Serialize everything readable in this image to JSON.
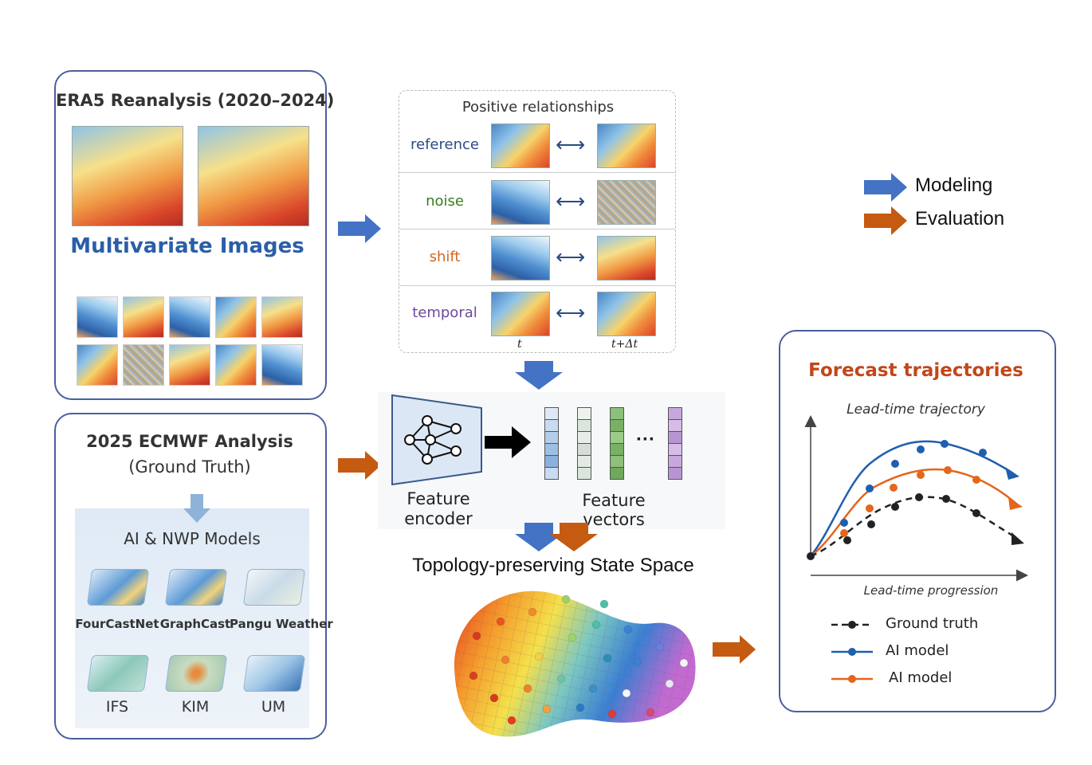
{
  "legend": {
    "modeling": "Modeling",
    "evaluation": "Evaluation",
    "modeling_color": "#4472c4",
    "evaluation_color": "#c55a11"
  },
  "era5": {
    "title": "ERA5 Reanalysis (2020–2024)",
    "subtitle": "Multivariate Images"
  },
  "ecmwf": {
    "title_line1": "2025 ECMWF Analysis",
    "title_line2": "(Ground Truth)",
    "models_header": "AI & NWP Models",
    "models": [
      "FourCastNet",
      "GraphCast",
      "Pangu Weather",
      "IFS",
      "KIM",
      "UM"
    ]
  },
  "positive": {
    "title": "Positive relationships",
    "rows": [
      {
        "label": "reference",
        "color": "#2b4c86"
      },
      {
        "label": "noise",
        "color": "#3d7a1e"
      },
      {
        "label": "shift",
        "color": "#d2691e"
      },
      {
        "label": "temporal",
        "color": "#6b4a9b"
      }
    ],
    "t_label": "t",
    "tdt_label": "t+Δt"
  },
  "encoder": {
    "line1": "Feature",
    "line2": "encoder"
  },
  "feature_vectors": {
    "label": "Feature vectors",
    "ellipsis": "···"
  },
  "state_space": {
    "title": "Topology-preserving State Space"
  },
  "forecast": {
    "title": "Forecast trajectories",
    "subtitle": "Lead-time trajectory",
    "xlabel": "Lead-time progression",
    "legend": [
      {
        "label": "Ground truth",
        "color": "#222222",
        "style": "dashed"
      },
      {
        "label": "AI model",
        "color": "#1f5fb0",
        "style": "solid"
      },
      {
        "label": "AI model",
        "color": "#e4661c",
        "style": "solid"
      }
    ]
  }
}
